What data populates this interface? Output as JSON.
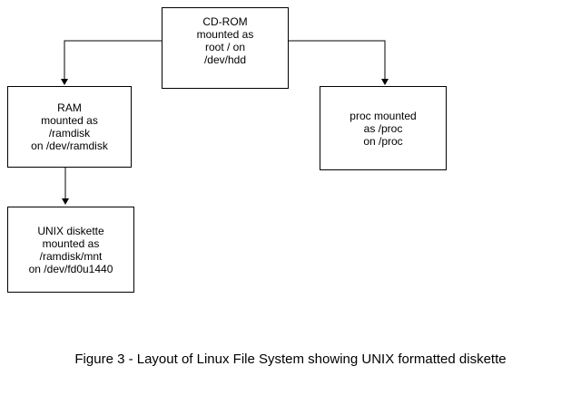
{
  "diagram": {
    "boxes": {
      "cdrom": {
        "text": "CD-ROM\nmounted as\nroot / on\n/dev/hdd"
      },
      "ram": {
        "text": "RAM\nmounted as\n/ramdisk\non /dev/ramdisk"
      },
      "proc": {
        "text": "proc mounted\nas /proc\non /proc"
      },
      "diskette": {
        "text": "UNIX diskette\nmounted as\n/ramdisk/mnt\non /dev/fd0u1440"
      }
    },
    "caption": "Figure 3 - Layout of Linux File System showing UNIX formatted diskette",
    "colors": {
      "background": "#ffffff",
      "box_border": "#000000",
      "line": "#000000",
      "text": "#000000"
    }
  }
}
